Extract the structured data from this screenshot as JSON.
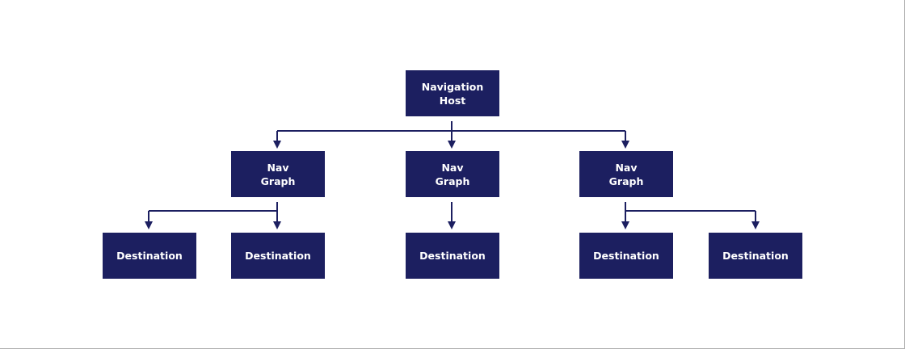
{
  "colors": {
    "node_fill": "#1c1f60",
    "connector": "#1c1f60",
    "background": "#ffffff"
  },
  "nodes": {
    "host": "Navigation\nHost",
    "graph_left": "Nav\nGraph",
    "graph_center": "Nav\nGraph",
    "graph_right": "Nav\nGraph",
    "dest_1": "Destination",
    "dest_2": "Destination",
    "dest_3": "Destination",
    "dest_4": "Destination",
    "dest_5": "Destination"
  },
  "edges": [
    {
      "from": "host",
      "to": "graph_left"
    },
    {
      "from": "host",
      "to": "graph_center"
    },
    {
      "from": "host",
      "to": "graph_right"
    },
    {
      "from": "graph_left",
      "to": "dest_1"
    },
    {
      "from": "graph_left",
      "to": "dest_2"
    },
    {
      "from": "graph_center",
      "to": "dest_3"
    },
    {
      "from": "graph_right",
      "to": "dest_4"
    },
    {
      "from": "graph_right",
      "to": "dest_5"
    }
  ]
}
